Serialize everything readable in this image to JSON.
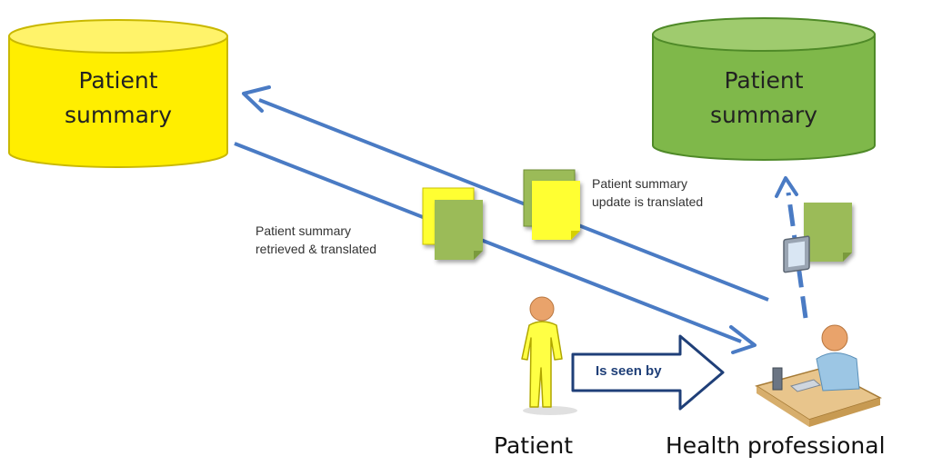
{
  "databases": {
    "left": {
      "line1": "Patient",
      "line2": "summary",
      "color": "#ffee00"
    },
    "right": {
      "line1": "Patient",
      "line2": "summary",
      "color": "#7fb84a"
    }
  },
  "notes": {
    "retrieved": {
      "line1": "Patient summary",
      "line2": "retrieved & translated"
    },
    "update": {
      "line1": "Patient summary",
      "line2": "update is translated"
    }
  },
  "actors": {
    "patient": "Patient",
    "professional": "Health professional"
  },
  "relation": {
    "label": "Is seen by"
  },
  "colors": {
    "arrow": "#4a7bc4",
    "doc_green": "#9bbb59",
    "doc_yellow": "#ffff33"
  }
}
